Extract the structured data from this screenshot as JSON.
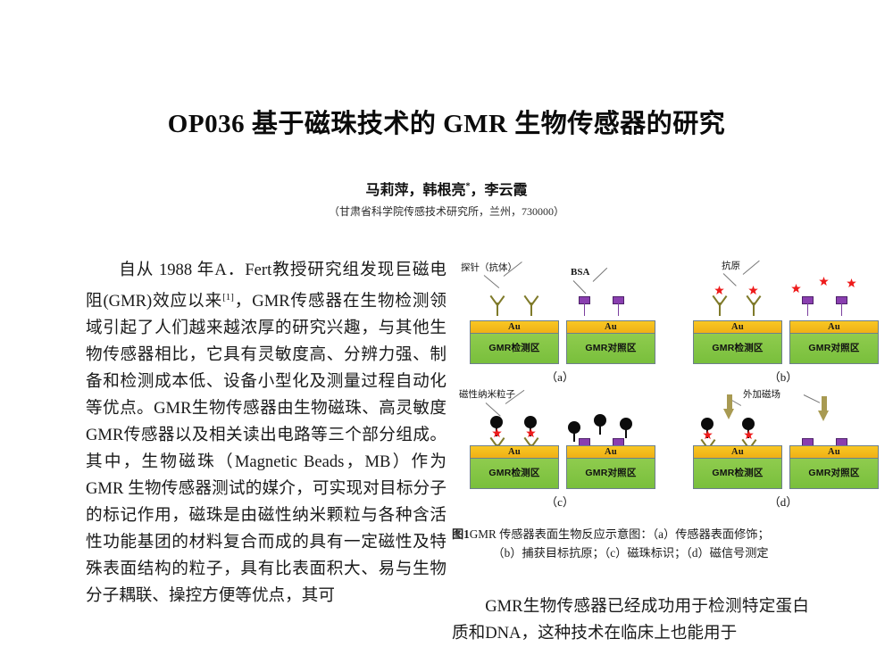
{
  "document": {
    "title": "OP036  基于磁珠技术的 GMR 生物传感器的研究",
    "authors": "马莉萍，韩根亮",
    "authors_marker": "*",
    "authors_tail": "，李云霞",
    "affiliation": "（甘肃省科学院传感技术研究所，兰州，730000）"
  },
  "left_column": {
    "paragraph": "自从 1988 年A．Fert教授研究组发现巨磁电阻(GMR)效应以来",
    "reference_mark": "[1]",
    "paragraph_cont": "，GMR传感器在生物检测领域引起了人们越来越浓厚的研究兴趣，与其他生物传感器相比，它具有灵敏度高、分辨力强、制备和检测成本低、设备小型化及测量过程自动化等优点。GMR生物传感器由生物磁珠、高灵敏度GMR传感器以及相关读出电路等三个部分组成。其中，生物磁珠（Magnetic Beads，MB）作为 GMR 生物传感器测试的媒介，可实现对目标分子的标记作用，磁珠是由磁性纳米颗粒与各种含活性功能基团的材料复合而成的具有一定磁性及特殊表面结构的粒子，具有比表面积大、易与生物分子耦联、操控方便等优点，其可"
  },
  "right_column": {
    "paragraph": "GMR生物传感器已经成功用于检测特定蛋白质和DNA，这种技术在临床上也能用于"
  },
  "figure": {
    "caption_bold": "图1",
    "caption_line1": "GMR 传感器表面生物反应示意图：（a）传感器表面修饰；",
    "caption_line2": "（b）捕获目标抗原；（c）磁珠标识；（d）磁信号测定",
    "labels": {
      "au": "Au",
      "gmr_detect": "GMR检测区",
      "gmr_control": "GMR对照区",
      "probe": "探针（抗体）",
      "bsa": "BSA",
      "antigen": "抗原",
      "magnetic_np": "磁性纳米粒子",
      "applied_field": "外加磁场"
    },
    "panels": [
      {
        "id": "a",
        "caption": "（a）"
      },
      {
        "id": "b",
        "caption": "（b）"
      },
      {
        "id": "c",
        "caption": "（c）"
      },
      {
        "id": "d",
        "caption": "（d）"
      }
    ],
    "colors": {
      "gold": "#f4b81c",
      "green": "#86c847",
      "purple": "#8a3fb0",
      "red": "#ee1b1b",
      "black": "#0c0c0c",
      "olive": "#a89a52",
      "border": "#6d7f8c"
    }
  }
}
